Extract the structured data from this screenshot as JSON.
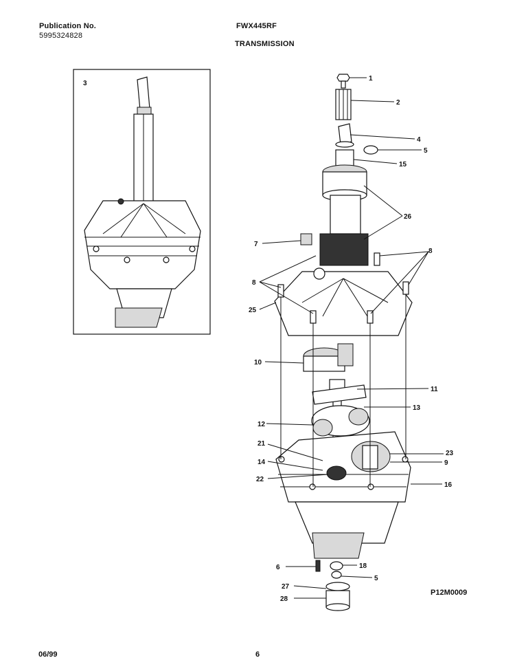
{
  "header": {
    "publication_label": "Publication No.",
    "publication_number": "5995324828",
    "model": "FWX445RF",
    "section_title": "TRANSMISSION"
  },
  "footer": {
    "date": "06/99",
    "page": "6"
  },
  "diagram_code": "P12M0009",
  "callouts": [
    "1",
    "2",
    "4",
    "5",
    "15",
    "26",
    "7",
    "8",
    "8",
    "25",
    "10",
    "11",
    "13",
    "12",
    "21",
    "23",
    "14",
    "9",
    "22",
    "16",
    "6",
    "18",
    "5",
    "27",
    "28"
  ],
  "inset_label": "3"
}
